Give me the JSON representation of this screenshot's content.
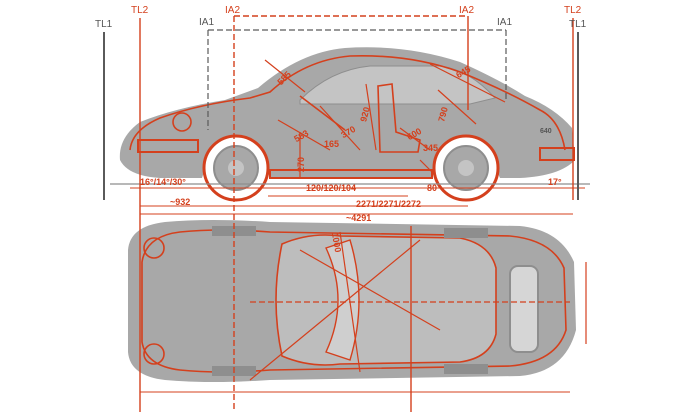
{
  "colors": {
    "accent": "#d4401d",
    "body": "#a8a8a8",
    "body_dark": "#8e8e8e",
    "line_gray": "#5a5a5a",
    "background": "#ffffff"
  },
  "markers": {
    "tl1_left": "TL1",
    "tl2_left": "TL2",
    "ia1_left": "IA1",
    "ia2_left": "IA2",
    "ia2_right": "IA2",
    "ia1_right": "IA1",
    "tl2_right": "TL2",
    "tl1_right": "TL1"
  },
  "dimensions": {
    "d_585": "585",
    "d_645": "645",
    "d_920": "920",
    "d_790": "790",
    "d_370": "370",
    "d_583": "583",
    "d_165": "165",
    "d_600": "600",
    "d_345": "345",
    "d_270": "270",
    "angles_front": "16°/14°/30°",
    "d_120": "120/120/104",
    "d_80": "80",
    "angle_rear": "17°",
    "d_932": "~932",
    "d_2271": "2271/2271/2272",
    "d_4291": "~4291",
    "d_1000": "1000",
    "d_640": "640"
  }
}
